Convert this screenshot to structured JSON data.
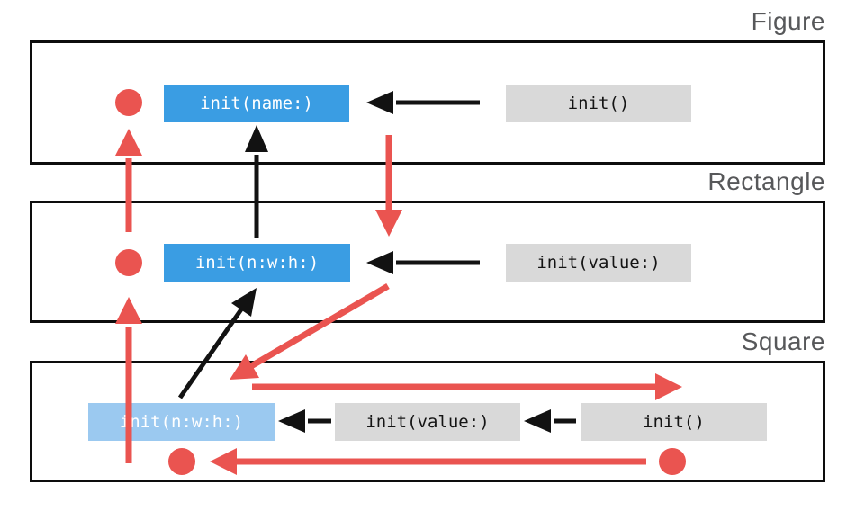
{
  "diagram": {
    "title_hint": "initializer delegation diagram",
    "classes": [
      {
        "name": "Figure",
        "initializers": [
          {
            "label": "init(name:)",
            "kind": "designated"
          },
          {
            "label": "init()",
            "kind": "convenience"
          }
        ]
      },
      {
        "name": "Rectangle",
        "initializers": [
          {
            "label": "init(n:w:h:)",
            "kind": "designated"
          },
          {
            "label": "init(value:)",
            "kind": "convenience"
          }
        ]
      },
      {
        "name": "Square",
        "initializers": [
          {
            "label": "init(n:w:h:)",
            "kind": "designated-inherited"
          },
          {
            "label": "init(value:)",
            "kind": "convenience"
          },
          {
            "label": "init()",
            "kind": "convenience"
          }
        ]
      }
    ],
    "colors": {
      "designated_fill": "#3a9de3",
      "designated_inherited_fill": "#9bc9f0",
      "convenience_fill": "#d9d9d9",
      "phase_arrow": "#ea5450",
      "delegation_arrow": "#121212",
      "border": "#0d0d0d",
      "label_text": "#57585a"
    }
  }
}
